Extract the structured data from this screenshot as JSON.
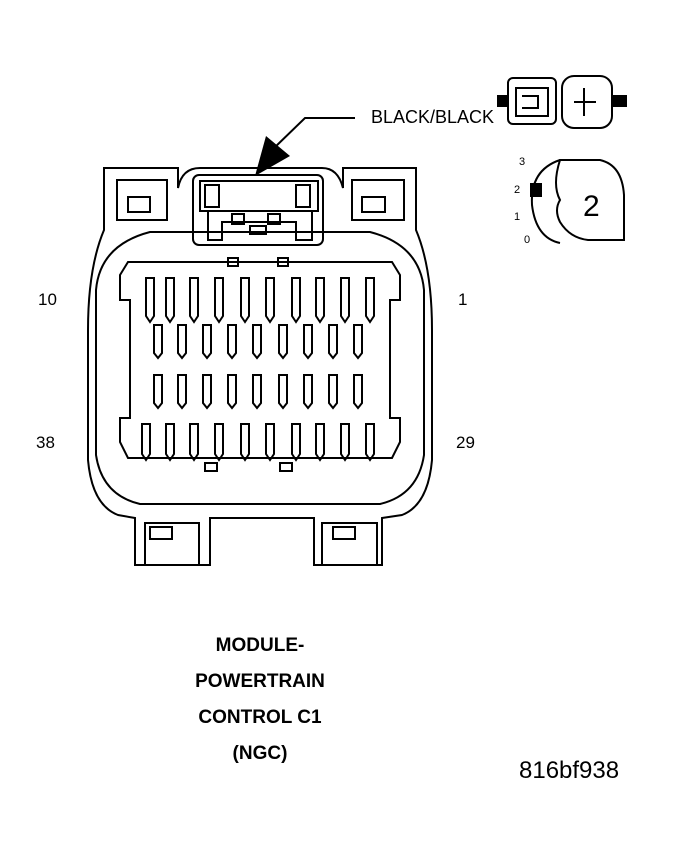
{
  "wire_color": "BLACK/BLACK",
  "pin_labels": {
    "top_left": "10",
    "top_right": "1",
    "bottom_left": "38",
    "bottom_right": "29"
  },
  "connector_view": {
    "positions": [
      "3",
      "2",
      "1",
      "0"
    ],
    "selected_position": "2"
  },
  "title_lines": [
    "MODULE-",
    "POWERTRAIN",
    "CONTROL C1",
    "(NGC)"
  ],
  "figure_code": "816bf938"
}
